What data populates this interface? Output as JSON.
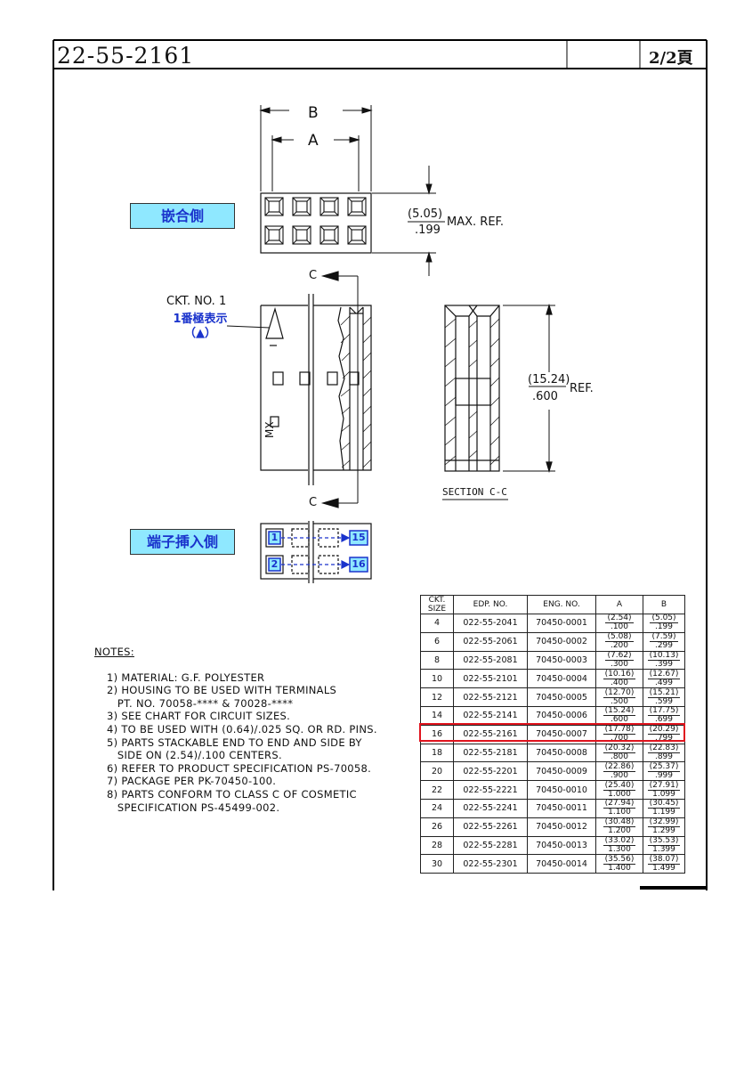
{
  "header": {
    "part_number": "22-55-2161",
    "page": "2/2頁"
  },
  "labels": {
    "mating_side": "嵌合側",
    "terminal_insert_side": "端子挿入側",
    "ckt_no": "CKT. NO. 1",
    "pin1_mark": "1番極表示",
    "pin1_symbol": "（▲）",
    "dim_b": "B",
    "dim_a": "A",
    "height_top": "(5.05)",
    "height_bottom": ".199",
    "height_ref": "MAX. REF.",
    "length_top": "(15.24)",
    "length_bottom": ".600",
    "length_ref": "REF.",
    "section_c": "C",
    "section_label": "SECTION C-C",
    "mx": "MX",
    "pos_1": "1",
    "pos_2": "2",
    "pos_15": "15",
    "pos_16": "16"
  },
  "notes": {
    "title": "NOTES:",
    "items": [
      "1) MATERIAL: G.F. POLYESTER",
      "2) HOUSING TO BE USED WITH TERMINALS\n   PT. NO. 70058-**** & 70028-****",
      "3) SEE CHART FOR CIRCUIT SIZES.",
      "4) TO BE USED WITH (0.64)/.025 SQ. OR RD. PINS.",
      "5) PARTS STACKABLE END TO END AND SIDE BY\n   SIDE ON (2.54)/.100 CENTERS.",
      "6) REFER TO PRODUCT SPECIFICATION PS-70058.",
      "7) PACKAGE PER PK-70450-100.",
      "8) PARTS CONFORM TO CLASS C OF COSMETIC\n   SPECIFICATION PS-45499-002."
    ]
  },
  "table": {
    "headers": [
      "CKT. SIZE",
      "EDP. NO.",
      "ENG. NO.",
      "A",
      "B"
    ],
    "rows": [
      {
        "size": "4",
        "edp": "022-55-2041",
        "eng": "70450-0001",
        "a_mm": "(2.54)",
        "a_in": ".100",
        "b_mm": "(5.05)",
        "b_in": ".199"
      },
      {
        "size": "6",
        "edp": "022-55-2061",
        "eng": "70450-0002",
        "a_mm": "(5.08)",
        "a_in": ".200",
        "b_mm": "(7.59)",
        "b_in": ".299"
      },
      {
        "size": "8",
        "edp": "022-55-2081",
        "eng": "70450-0003",
        "a_mm": "(7.62)",
        "a_in": ".300",
        "b_mm": "(10.13)",
        "b_in": ".399"
      },
      {
        "size": "10",
        "edp": "022-55-2101",
        "eng": "70450-0004",
        "a_mm": "(10.16)",
        "a_in": ".400",
        "b_mm": "(12.67)",
        "b_in": ".499"
      },
      {
        "size": "12",
        "edp": "022-55-2121",
        "eng": "70450-0005",
        "a_mm": "(12.70)",
        "a_in": ".500",
        "b_mm": "(15.21)",
        "b_in": ".599"
      },
      {
        "size": "14",
        "edp": "022-55-2141",
        "eng": "70450-0006",
        "a_mm": "(15.24)",
        "a_in": ".600",
        "b_mm": "(17.75)",
        "b_in": ".699"
      },
      {
        "size": "16",
        "edp": "022-55-2161",
        "eng": "70450-0007",
        "a_mm": "(17.78)",
        "a_in": ".700",
        "b_mm": "(20.29)",
        "b_in": ".799"
      },
      {
        "size": "18",
        "edp": "022-55-2181",
        "eng": "70450-0008",
        "a_mm": "(20.32)",
        "a_in": ".800",
        "b_mm": "(22.83)",
        "b_in": ".899"
      },
      {
        "size": "20",
        "edp": "022-55-2201",
        "eng": "70450-0009",
        "a_mm": "(22.86)",
        "a_in": ".900",
        "b_mm": "(25.37)",
        "b_in": ".999"
      },
      {
        "size": "22",
        "edp": "022-55-2221",
        "eng": "70450-0010",
        "a_mm": "(25.40)",
        "a_in": "1.000",
        "b_mm": "(27.91)",
        "b_in": "1.099"
      },
      {
        "size": "24",
        "edp": "022-55-2241",
        "eng": "70450-0011",
        "a_mm": "(27.94)",
        "a_in": "1.100",
        "b_mm": "(30.45)",
        "b_in": "1.199"
      },
      {
        "size": "26",
        "edp": "022-55-2261",
        "eng": "70450-0012",
        "a_mm": "(30.48)",
        "a_in": "1.200",
        "b_mm": "(32.99)",
        "b_in": "1.299"
      },
      {
        "size": "28",
        "edp": "022-55-2281",
        "eng": "70450-0013",
        "a_mm": "(33.02)",
        "a_in": "1.300",
        "b_mm": "(35.53)",
        "b_in": "1.399"
      },
      {
        "size": "30",
        "edp": "022-55-2301",
        "eng": "70450-0014",
        "a_mm": "(35.56)",
        "a_in": "1.400",
        "b_mm": "(38.07)",
        "b_in": "1.499"
      }
    ],
    "highlighted_row": 6,
    "highlight_color": "#e0141e"
  },
  "colors": {
    "label_fill": "#8fe8ff",
    "label_text": "#1a33cc"
  }
}
